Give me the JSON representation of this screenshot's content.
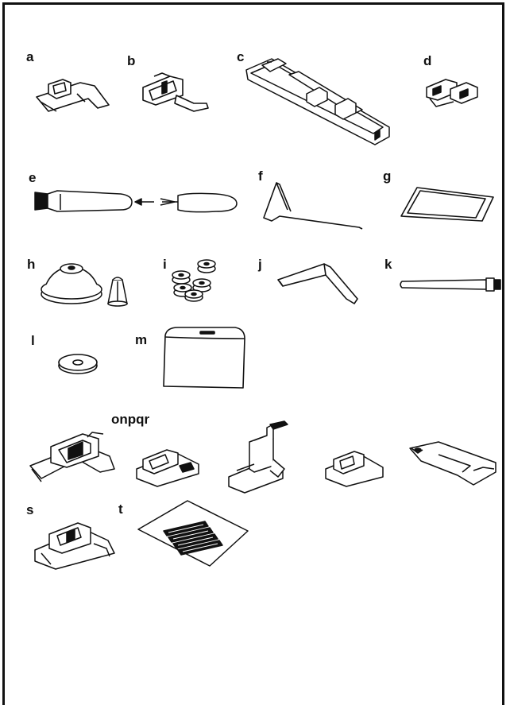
{
  "labels": {
    "a": "a",
    "b": "b",
    "c": "c",
    "d": "d",
    "e": "e",
    "f": "f",
    "g": "g",
    "h": "h",
    "i": "i",
    "j": "j",
    "k": "k",
    "l": "l",
    "m": "m",
    "onpqr": "onpqr",
    "s": "s",
    "t": "t"
  },
  "icons": {
    "a": "zigzag-presser-foot-icon",
    "b": "zipper-foot-icon",
    "c": "buttonhole-foot-icon",
    "d": "button-sewing-foot-icon",
    "e": "brush-and-seam-ripper-icon",
    "f": "edge-quilting-guide-icon",
    "g": "needle-pack-icon",
    "h": "spool-cap-and-holder-icon",
    "i": "bobbins-icon",
    "j": "screwdriver-icon",
    "k": "spool-pin-icon",
    "l": "spool-pin-felt-icon",
    "m": "dust-cover-icon",
    "o": "overcasting-foot-icon",
    "p": "satin-stitch-foot-icon",
    "q": "darning-foot-icon",
    "r": "blind-hem-foot-icon",
    "r2": "hemmer-foot-icon",
    "s": "open-toe-foot-icon",
    "t": "twin-needle-pack-icon"
  },
  "colors": {
    "ink": "#111111",
    "frame": "#111111",
    "background": "#ffffff"
  }
}
